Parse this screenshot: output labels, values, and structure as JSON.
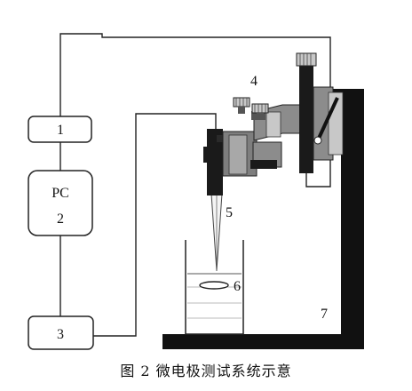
{
  "diagram": {
    "box1_label": "1",
    "pc_label": "PC",
    "pc_number": "2",
    "box3_label": "3",
    "label_4": "4",
    "label_5": "5",
    "label_6": "6",
    "label_7": "7"
  },
  "caption": "图 2   微电极测试系统示意",
  "colors": {
    "line": "#222222",
    "stand": "#111111",
    "dark_part": "#1a1a1a",
    "mid_gray": "#8c8c8c",
    "light_gray": "#c8c8c8"
  }
}
